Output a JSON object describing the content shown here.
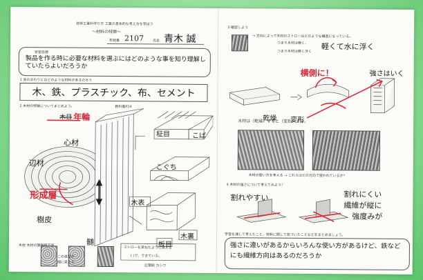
{
  "left": {
    "theme": "〜材料の特徴〜",
    "grade_num": "2107",
    "student_name": "青木 誠",
    "goal_label": "学習目標",
    "goal_text": "製品を作る時に必要な材料を選ぶにはどのような事を知り理解していたらよいだろうか",
    "q1": "1 身のまわりにはどのような材料があるだろう",
    "q1_answer": "木、鉄、プラスチック、布、セメント",
    "q2": "2 木材の特徴についてまとめよう。",
    "q2_ref": "教科書P24",
    "label_nenrin": "年輪",
    "label_shinzai": "心材",
    "label_henzai": "辺材",
    "label_keisouso": "形成層",
    "label_jukuhi": "樹皮",
    "label_zui": "髄",
    "label_masame": "柾目",
    "label_kobaa": "こば",
    "label_kochi": "こぐち",
    "label_kimen": "木表",
    "label_itame": "板目",
    "label_kiura": "木裏",
    "note_bottom": "ストローを束ねたように見える",
    "note_bottom2": "( )で、できている。",
    "cap_mokuzai": "木材 木材の顕微鏡写真",
    "cap_magnify": "の拡大",
    "cap_hole": "この道管が",
    "cap_straw": "細に見える",
    "cap_kanna": "広葉樹 カシワ"
  },
  "right": {
    "q3": "3 確認しよう",
    "q3_text1": "→ 方向によって木材のストローはどのような構造になっている。",
    "q3_text2": "つまり木材は軽く、",
    "q3_answer": "軽くて水に浮く",
    "q3_text3": "つまり木材は軽く浮く",
    "label_sokumen": "横側に！",
    "label_kansou": "乾燥",
    "label_henkei": "変形",
    "label_tsuyoi": "強さはいく",
    "caption_mid1": "木材は（乾燥）すると（変形）する。",
    "caption_photo": "木材の使い方を考える → これらはどの方向で使われているか？",
    "q4": "4 木材の強さについて考えてみよう！",
    "label_waresasui": "割れやすい",
    "label_warenikui": "割れにくい",
    "label_sen_i": "繊維が縦に",
    "label_tsuyomi": "強度みが",
    "bottom_q": "学習を通して考えたこと。材料に関して気づいたことなどをまとめましょう。",
    "bottom_answer": "強さに違いがあるからいろんな使い方があるけど、鉄などにも繊維方向はあるのだろうか"
  },
  "colors": {
    "red_ink": "#d92b3a",
    "paper": "#fbfbf8",
    "background": "#7fd38a"
  }
}
